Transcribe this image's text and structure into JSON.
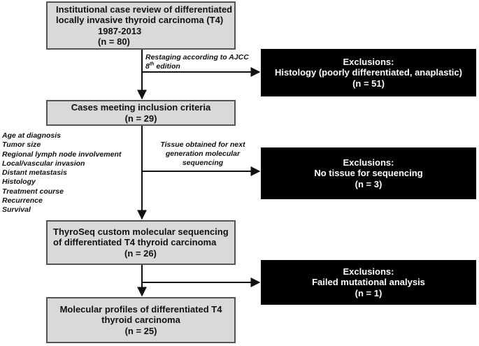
{
  "boxes": {
    "cohort": [
      "Institutional case review of differentiated",
      "locally invasive thyroid carcinoma (T4)",
      "1987-2013",
      "(n = 80)"
    ],
    "inclusion": [
      "Cases meeting inclusion criteria",
      "(n = 29)"
    ],
    "sequencing": [
      "ThyroSeq custom molecular sequencing",
      "of differentiated T4 thyroid carcinoma",
      "(n = 26)"
    ],
    "profiles": [
      "Molecular profiles of differentiated T4",
      "thyroid carcinoma",
      "(n = 25)"
    ]
  },
  "exclusions": {
    "histology": [
      "Exclusions:",
      "Histology (poorly differentiated, anaplastic)",
      "(n = 51)"
    ],
    "tissue": [
      "Exclusions:",
      "No tissue for sequencing",
      "(n = 3)"
    ],
    "mutational": [
      "Exclusions:",
      "Failed mutational analysis",
      "(n = 1)"
    ]
  },
  "notes": {
    "restaging_line1": "Restaging according to AJCC",
    "restaging_line2_num": "8",
    "restaging_line2_sup": "th",
    "restaging_line2_rest": " edition",
    "tissue": [
      "Tissue obtained for next",
      "generation molecular",
      "sequencing"
    ]
  },
  "variables": [
    "Age at diagnosis",
    "Tumor size",
    "Regional lymph node involvement",
    "Local/vascular invasion",
    "Distant metastasis",
    "Histology",
    "Treatment course",
    "Recurrence",
    "Survival"
  ],
  "colors": {
    "box_fill": "#d9d9d9",
    "exclusion_fill": "#000000",
    "line": "#111111"
  }
}
